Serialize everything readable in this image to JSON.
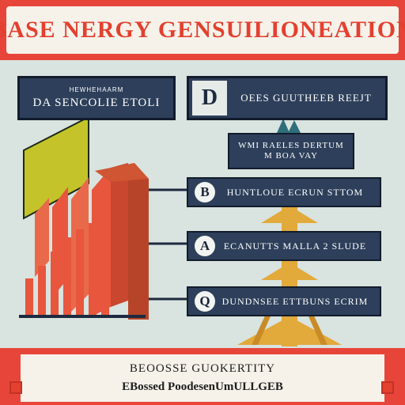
{
  "header": {
    "title": "BASE NERGY GENSUILIONEATION"
  },
  "top_left_box": {
    "small_text": "HEWHEHAARM",
    "big_text": "DA SENCOLIE ETOLI"
  },
  "top_right_box": {
    "logo_glyph": "D",
    "label": "OEES GUUTHEEB REEJT"
  },
  "middle_box": {
    "line1": "WMI RAELES DERTUM",
    "line2": "M BOA VAY"
  },
  "steps": [
    {
      "badge": "B",
      "label": "HUNTLOUE ECRUN STTOM"
    },
    {
      "badge": "A",
      "label": "ECANUTTS MALLA 2 SLUDE"
    },
    {
      "badge": "Q",
      "label": "DUNDNSEE ETTBUNS ECRIM"
    }
  ],
  "footer": {
    "line1": "BEOOSSE GUOKERTITY",
    "line2": "EBossed PoodesenUmULLGEB"
  },
  "colors": {
    "accent_red": "#e8453a",
    "navy": "#2d3f5a",
    "background": "#d9e3df",
    "lime": "#c4c42a",
    "gold": "#e2a93b"
  }
}
